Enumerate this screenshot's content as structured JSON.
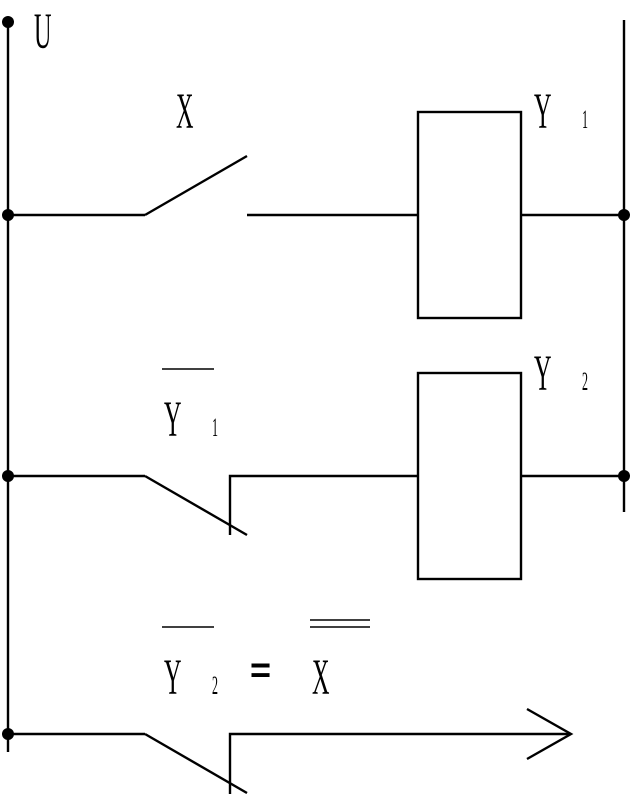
{
  "labels": {
    "supply": "U",
    "input": "X",
    "relay1": "Y",
    "relay1_index": "1",
    "relay2": "Y",
    "relay2_index": "2",
    "contact2": "Y",
    "contact2_index": "1",
    "output_lhs": "Y",
    "output_lhs_index": "2",
    "equals": "=",
    "output_rhs": "X"
  }
}
